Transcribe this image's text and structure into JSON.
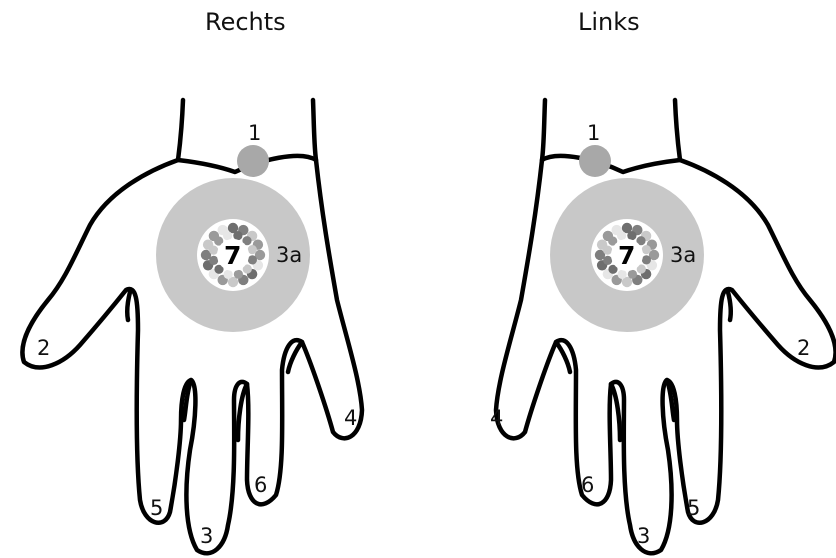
{
  "titles": {
    "right": "Rechts",
    "left": "Links"
  },
  "points": {
    "p1": "1",
    "p2": "2",
    "p3": "3",
    "p3a": "3a",
    "p4": "4",
    "p5": "5",
    "p6": "6",
    "p7": "7"
  },
  "colors": {
    "outline": "#000000",
    "zone": "#c8c8c8",
    "point1": "#a8a8a8",
    "beads": [
      "#9a9a9a",
      "#6e6e6e",
      "#c9c9c9",
      "#e6e6e6",
      "#7f7f7f"
    ]
  }
}
